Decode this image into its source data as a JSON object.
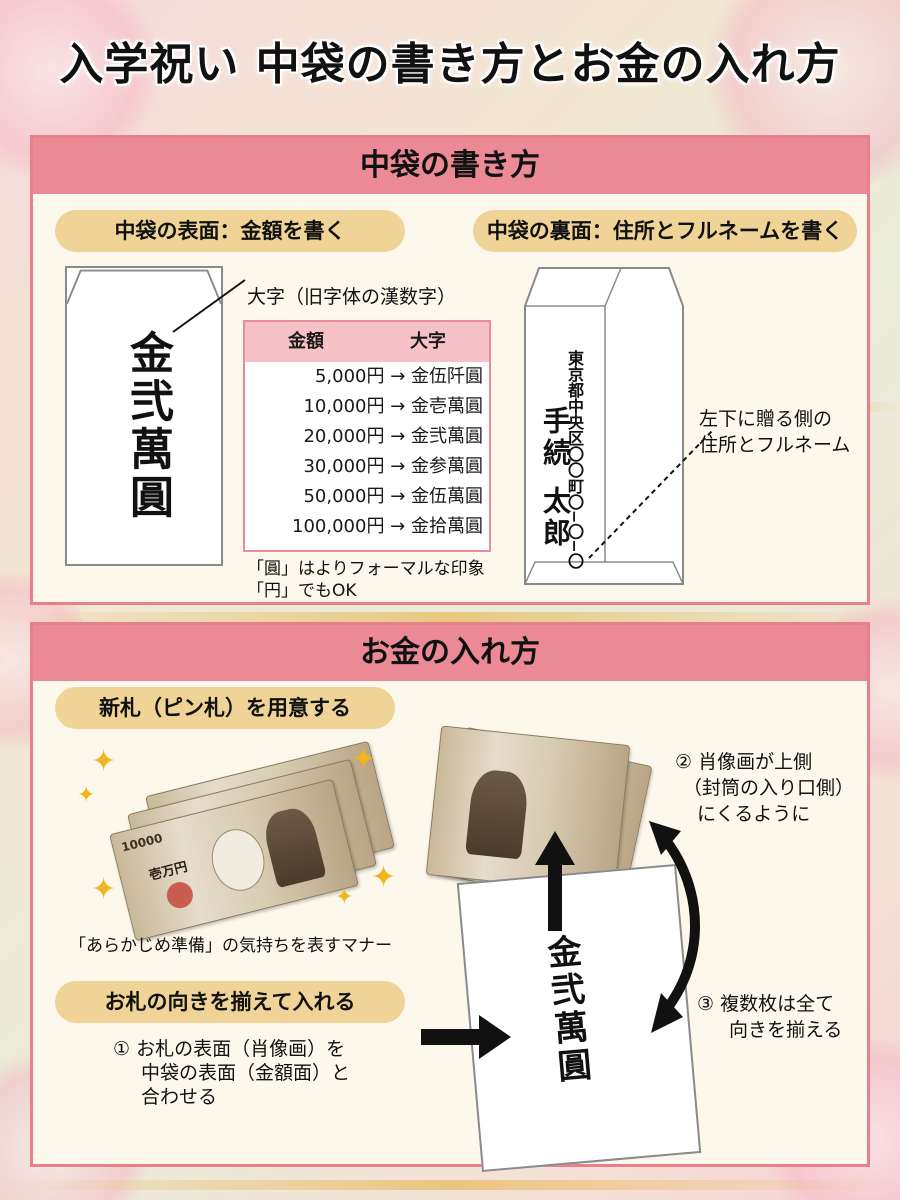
{
  "title": "入学祝い 中袋の書き方とお金の入れ方",
  "section1": {
    "heading": "中袋の書き方",
    "front_pill": "中袋の表面：金額を書く",
    "back_pill": "中袋の裏面：住所とフルネームを書く",
    "front_amount": "金弐萬圓",
    "daiji_label": "大字（旧字体の漢数字）",
    "table": {
      "col1": "金額",
      "col2": "大字",
      "rows": [
        "5,000円 → 金伍阡圓",
        "10,000円 → 金壱萬圓",
        "20,000円 → 金弐萬圓",
        "30,000円 → 金参萬圓",
        "50,000円 → 金伍萬圓",
        "100,000円 → 金拾萬圓"
      ]
    },
    "formal_note_1": "「圓」はよりフォーマルな印象",
    "formal_note_2": "「円」でもOK",
    "address": "東京都中央区〇〇町〇−〇−〇",
    "name_family": "手続",
    "name_given": "太郎",
    "back_note_1": "左下に贈る側の",
    "back_note_2": "住所とフルネーム"
  },
  "section2": {
    "heading": "お金の入れ方",
    "new_bills_pill": "新札（ピン札）を用意する",
    "bill_number": "10000",
    "bill_text": "壱万円",
    "manner_note": "「あらかじめ準備」の気持ちを表すマナー",
    "align_pill": "お札の向きを揃えて入れる",
    "step1_line1": "① お札の表面（肖像画）を",
    "step1_line2": "中袋の表面（金額面）と",
    "step1_line3": "合わせる",
    "step2_line1": "② 肖像画が上側",
    "step2_line2": "（封筒の入り口側）",
    "step2_line3": "にくるように",
    "step3_line1": "③ 複数枚は全て",
    "step3_line2": "向きを揃える",
    "envelope_amount": "金弐萬圓"
  },
  "colors": {
    "panel_border": "#e8808c",
    "panel_head": "#eb8a95",
    "pill": "#f0d497",
    "table_head": "#f6c2c8",
    "sparkle": "#f2b41c"
  }
}
